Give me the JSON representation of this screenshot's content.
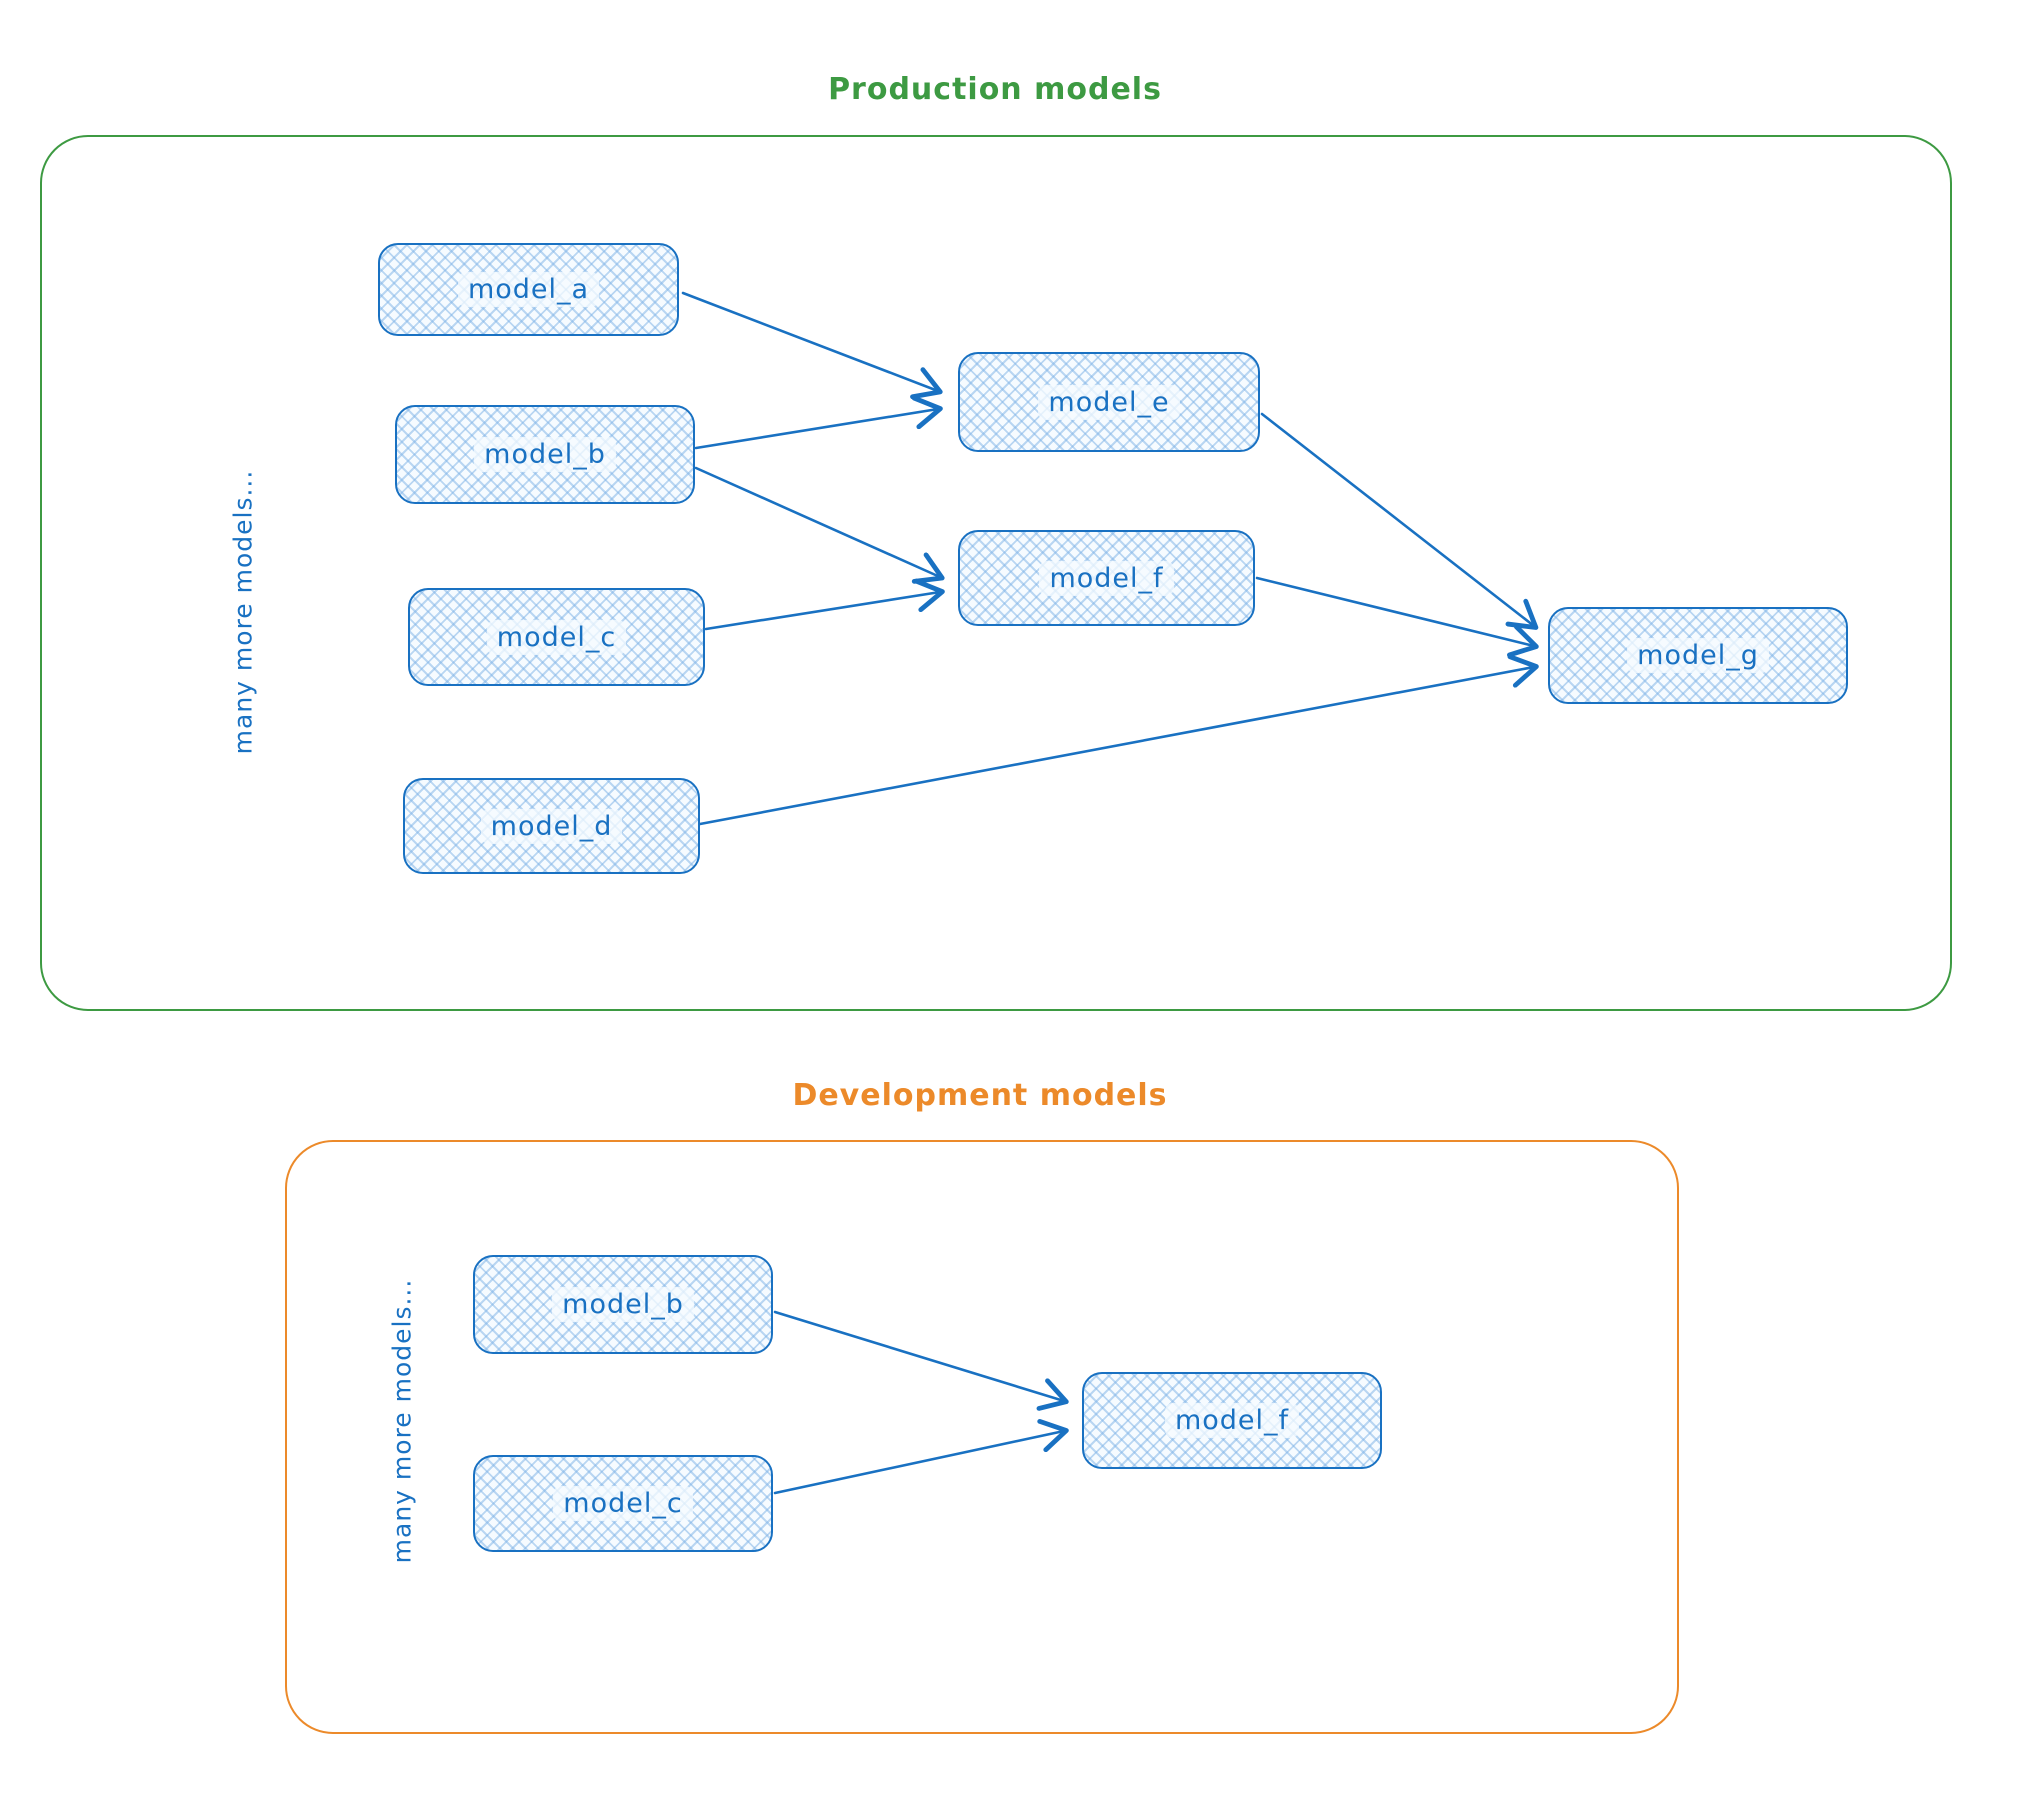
{
  "colors": {
    "node_stroke": "#1971c2",
    "node_fill_hatch": "#a5d8ff",
    "production_frame": "#3d9a42",
    "development_frame": "#ec8a2a",
    "arrow": "#1971c2"
  },
  "sections": [
    {
      "title": "Production models",
      "side_label": "many more models...",
      "nodes": [
        {
          "label": "model_a"
        },
        {
          "label": "model_b"
        },
        {
          "label": "model_c"
        },
        {
          "label": "model_d"
        },
        {
          "label": "model_e"
        },
        {
          "label": "model_f"
        },
        {
          "label": "model_g"
        }
      ],
      "edges": [
        {
          "from": "model_a",
          "to": "model_e"
        },
        {
          "from": "model_b",
          "to": "model_e"
        },
        {
          "from": "model_b",
          "to": "model_f"
        },
        {
          "from": "model_c",
          "to": "model_f"
        },
        {
          "from": "model_e",
          "to": "model_g"
        },
        {
          "from": "model_f",
          "to": "model_g"
        },
        {
          "from": "model_d",
          "to": "model_g"
        }
      ]
    },
    {
      "title": "Development models",
      "side_label": "many more models...",
      "nodes": [
        {
          "label": "model_b"
        },
        {
          "label": "model_c"
        },
        {
          "label": "model_f"
        }
      ],
      "edges": [
        {
          "from": "model_b",
          "to": "model_f"
        },
        {
          "from": "model_c",
          "to": "model_f"
        }
      ]
    }
  ]
}
